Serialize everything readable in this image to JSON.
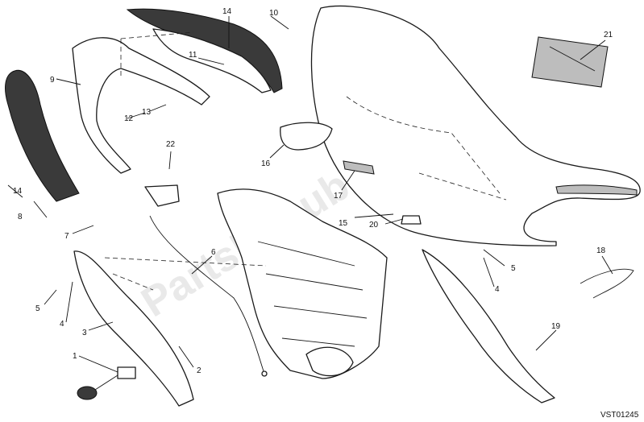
{
  "callouts": {
    "c1": "1",
    "c2": "2",
    "c3": "3",
    "c4a": "4",
    "c4b": "4",
    "c5a": "5",
    "c5b": "5",
    "c6": "6",
    "c7": "7",
    "c8": "8",
    "c9": "9",
    "c10": "10",
    "c11": "11",
    "c12": "12",
    "c13": "13",
    "c14a": "14",
    "c14b": "14",
    "c15": "15",
    "c16": "16",
    "c17": "17",
    "c18": "18",
    "c19": "19",
    "c20": "20",
    "c21": "21",
    "c22": "22"
  },
  "drawing_code": "VST01245",
  "watermark": "PartsRepublik",
  "colors": {
    "line": "#1a1a1a",
    "dark_panel": "#3a3a3a",
    "watermark": "#d8d8d8"
  }
}
